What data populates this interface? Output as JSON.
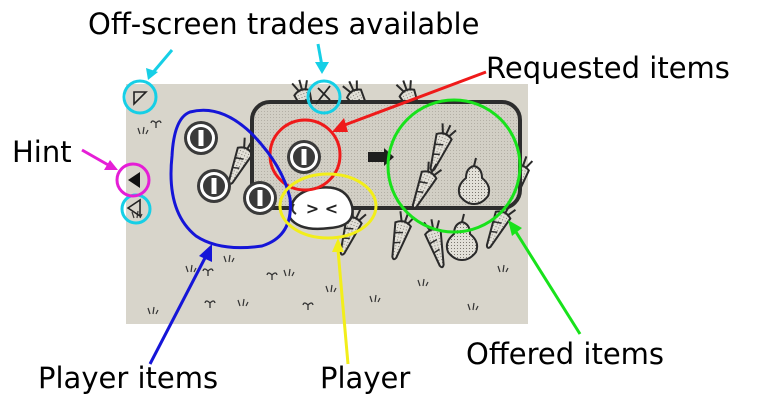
{
  "annotations": {
    "offscreen_trades": "Off-screen trades available",
    "requested_items": "Requested items",
    "hint": "Hint",
    "offered_items": "Offered items",
    "player_items": "Player items",
    "player": "Player"
  },
  "player_face": "> <",
  "colors": {
    "ground": "#d9d6cd",
    "offscreen_marker": "#16cfe6",
    "requested": "#ef1a1a",
    "hint": "#e51ed6",
    "offered": "#18e21b",
    "player_items": "#1515d8",
    "player": "#f2ee1a"
  },
  "icons": [
    "coin-icon",
    "carrot-icon",
    "pear-icon",
    "arrow-right-icon",
    "triangle-up-left-icon",
    "triangle-left-icon",
    "triangle-left-outline-icon",
    "grass-tuft-icon",
    "sprout-icon",
    "crossed-arrow-icon"
  ]
}
